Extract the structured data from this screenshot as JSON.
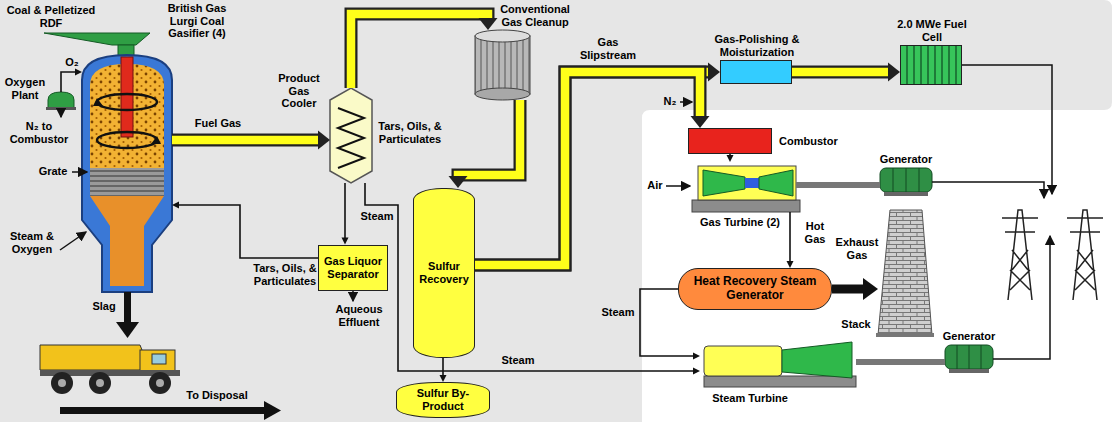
{
  "diagram": {
    "nodes": [
      {
        "text": [
          "British Gas Lurgi Coal Gasifier (4)"
        ]
      },
      {
        "text": [
          "Oxygen Plant"
        ]
      },
      {
        "text": [
          "Product Gas Cooler"
        ]
      },
      {
        "text": [
          "Gas Liquor Separator"
        ]
      },
      {
        "text": [
          "Conventional Gas Cleanup"
        ]
      },
      {
        "text": [
          "Sulfur Recovery"
        ]
      },
      {
        "text": [
          "Sulfur By-Product"
        ]
      },
      {
        "text": [
          "Gas-Polishing & Moisturization"
        ]
      },
      {
        "text": [
          "2.0 MWe Fuel Cell"
        ]
      },
      {
        "text": [
          "Combustor"
        ]
      },
      {
        "text": [
          "Gas Turbine (2)"
        ]
      },
      {
        "text": [
          "Generator"
        ]
      },
      {
        "text": [
          "Heat Recovery Steam Generator"
        ]
      },
      {
        "text": [
          "Stack"
        ]
      },
      {
        "text": [
          "Steam Turbine"
        ]
      },
      {
        "text": [
          "Generator"
        ]
      }
    ],
    "edges": [
      {
        "from": 1,
        "to": 0,
        "arrow": "to",
        "label": "O₂"
      },
      {
        "from": 0,
        "to": 2,
        "arrow": "to",
        "label": "Fuel Gas"
      },
      {
        "from": 2,
        "to": 3,
        "arrow": "to"
      },
      {
        "from": 3,
        "to": 0,
        "arrow": "to",
        "label": "Tars, Oils, & Particulates"
      },
      {
        "from": 2,
        "to": 4,
        "arrow": "to"
      },
      {
        "from": 4,
        "to": 5,
        "arrow": "to"
      },
      {
        "from": 5,
        "to": 6,
        "arrow": "to"
      },
      {
        "from": 5,
        "to": 7,
        "arrow": "to",
        "label": "Gas Slipstream"
      },
      {
        "from": 5,
        "to": 9,
        "arrow": "to"
      },
      {
        "from": 7,
        "to": 8,
        "arrow": "to"
      },
      {
        "from": 9,
        "to": 10,
        "arrow": "to"
      },
      {
        "from": 10,
        "to": 11,
        "arrow": "none"
      },
      {
        "from": 10,
        "to": 12,
        "arrow": "to",
        "label": "Hot Gas"
      },
      {
        "from": 12,
        "to": 13,
        "arrow": "to",
        "label": "Exhaust Gas"
      },
      {
        "from": 12,
        "to": 14,
        "arrow": "to",
        "label": "Steam"
      },
      {
        "from": 2,
        "to": 14,
        "arrow": "to",
        "label": "Steam"
      },
      {
        "from": 14,
        "to": 15,
        "arrow": "none"
      }
    ],
    "labels": [
      "Coal & Pelletized RDF",
      "N₂ to Combustor",
      "Grate",
      "Steam & Oxygen",
      "Tars, Oils, & Particulates",
      "Aqueous Effluent",
      "Steam",
      "N₂",
      "Air",
      "Slag",
      "To Disposal"
    ]
  }
}
